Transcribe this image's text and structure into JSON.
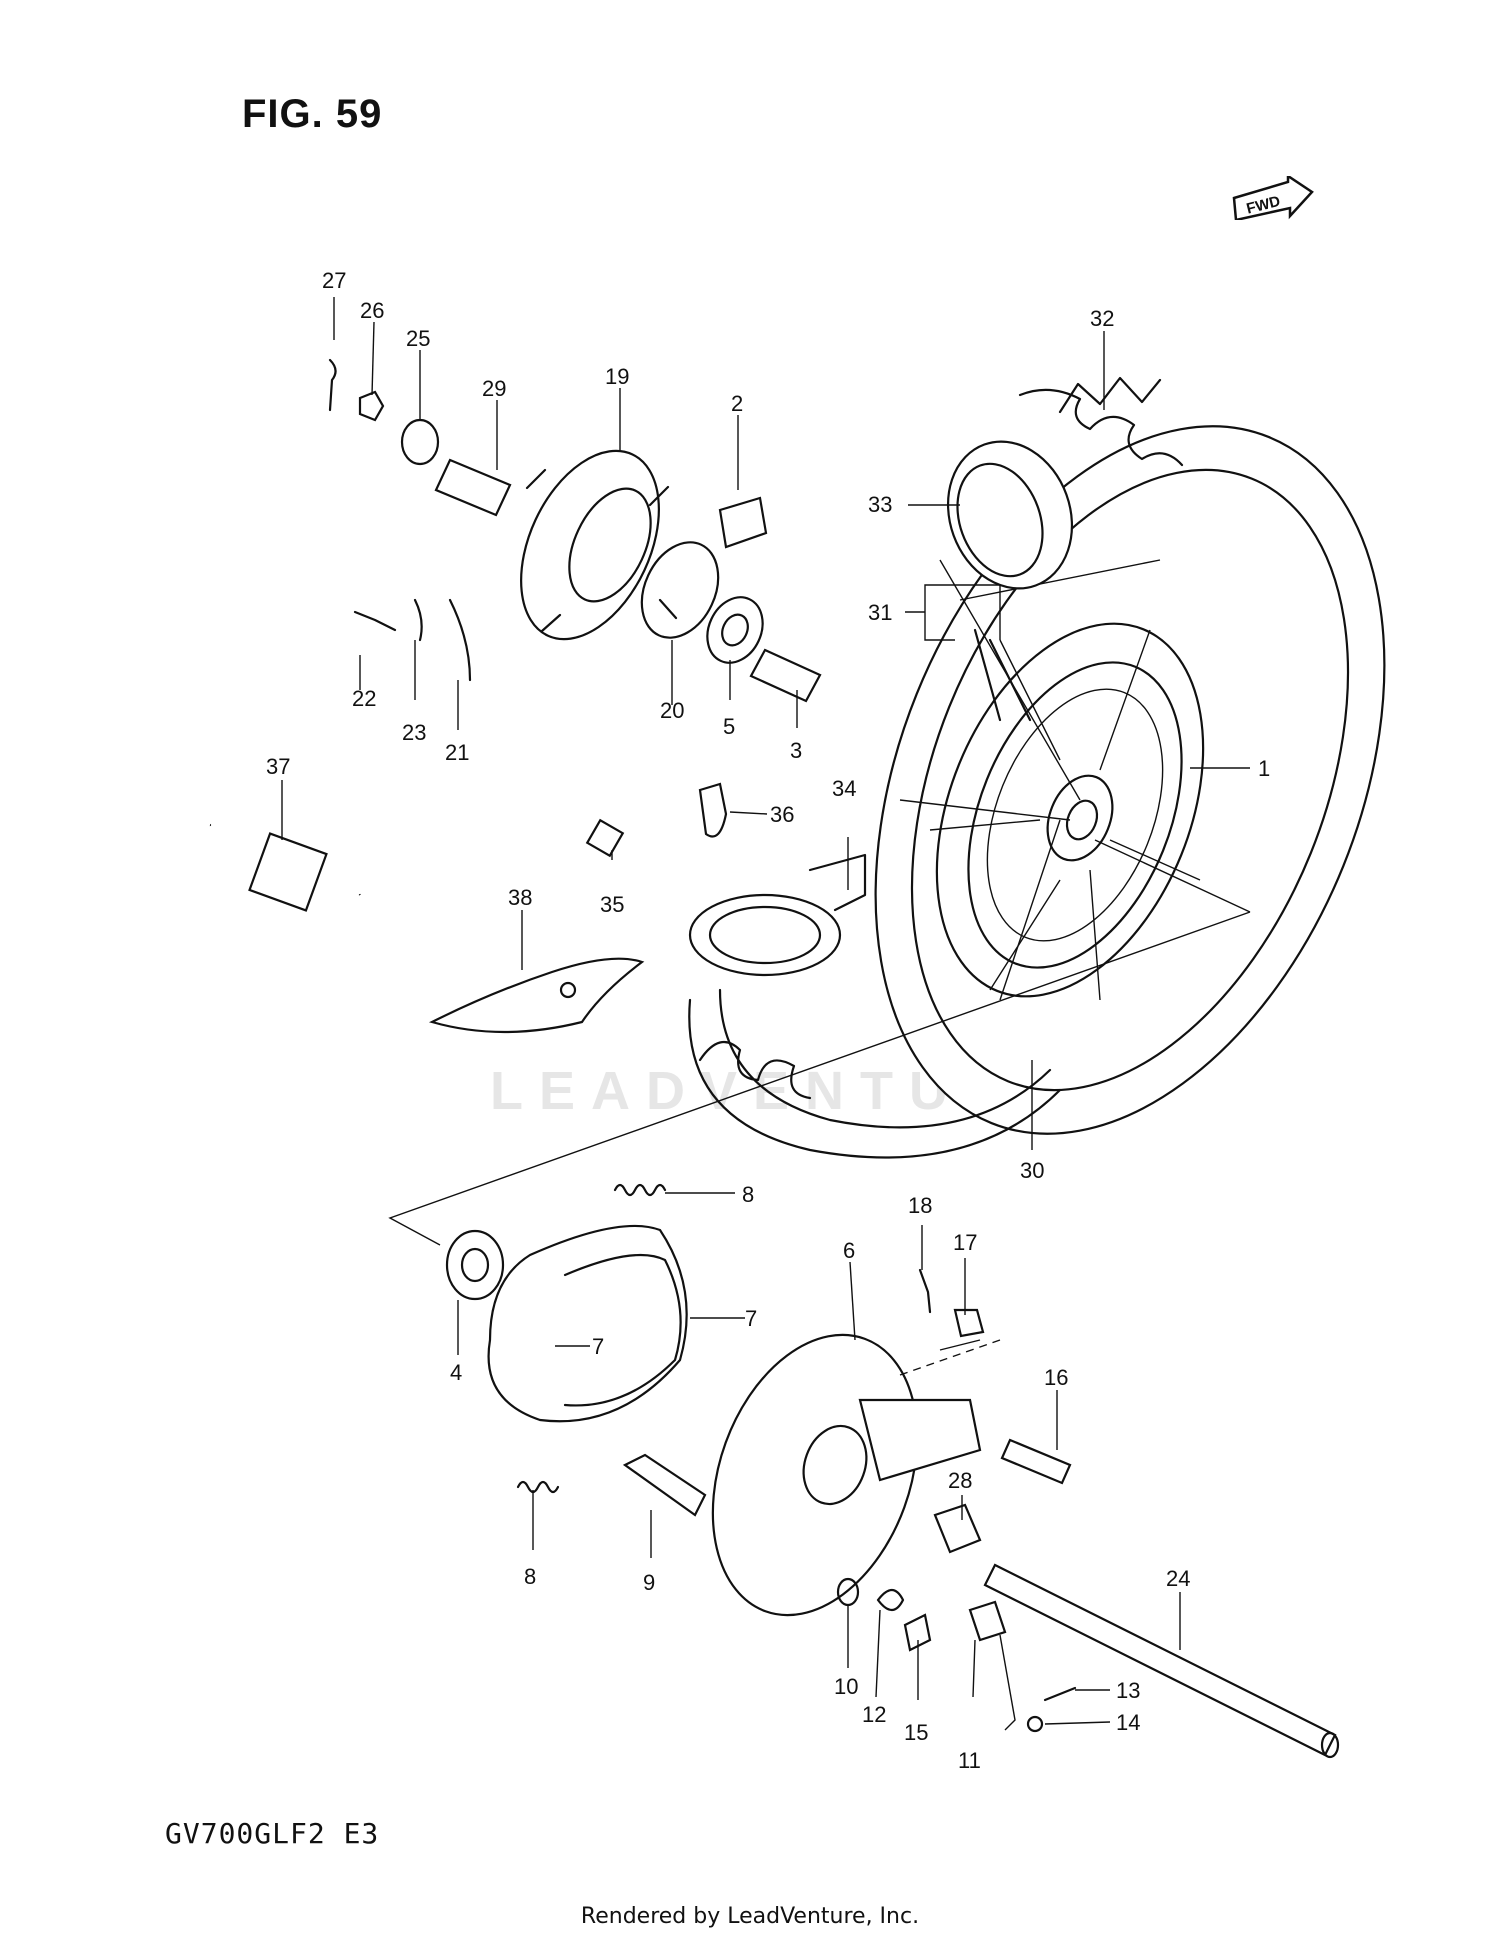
{
  "figure": {
    "title": "FIG. 59",
    "model_code": "GV700GLF2 E3",
    "footer": "Rendered by LeadVenture, Inc.",
    "watermark": "LEADVENTURE",
    "fwd_label": "FWD"
  },
  "callouts": {
    "n1": "1",
    "n2": "2",
    "n3": "3",
    "n4": "4",
    "n5": "5",
    "n6": "6",
    "n7a": "7",
    "n7b": "7",
    "n8a": "8",
    "n8b": "8",
    "n9": "9",
    "n10": "10",
    "n11": "11",
    "n12": "12",
    "n13": "13",
    "n14": "14",
    "n15": "15",
    "n16": "16",
    "n17": "17",
    "n18": "18",
    "n19": "19",
    "n20": "20",
    "n21": "21",
    "n22": "22",
    "n23": "23",
    "n24": "24",
    "n25": "25",
    "n26": "26",
    "n27": "27",
    "n28": "28",
    "n29": "29",
    "n30": "30",
    "n31": "31",
    "n32": "32",
    "n33": "33",
    "n34": "34",
    "n35": "35",
    "n36": "36",
    "n37": "37",
    "n38": "38"
  }
}
